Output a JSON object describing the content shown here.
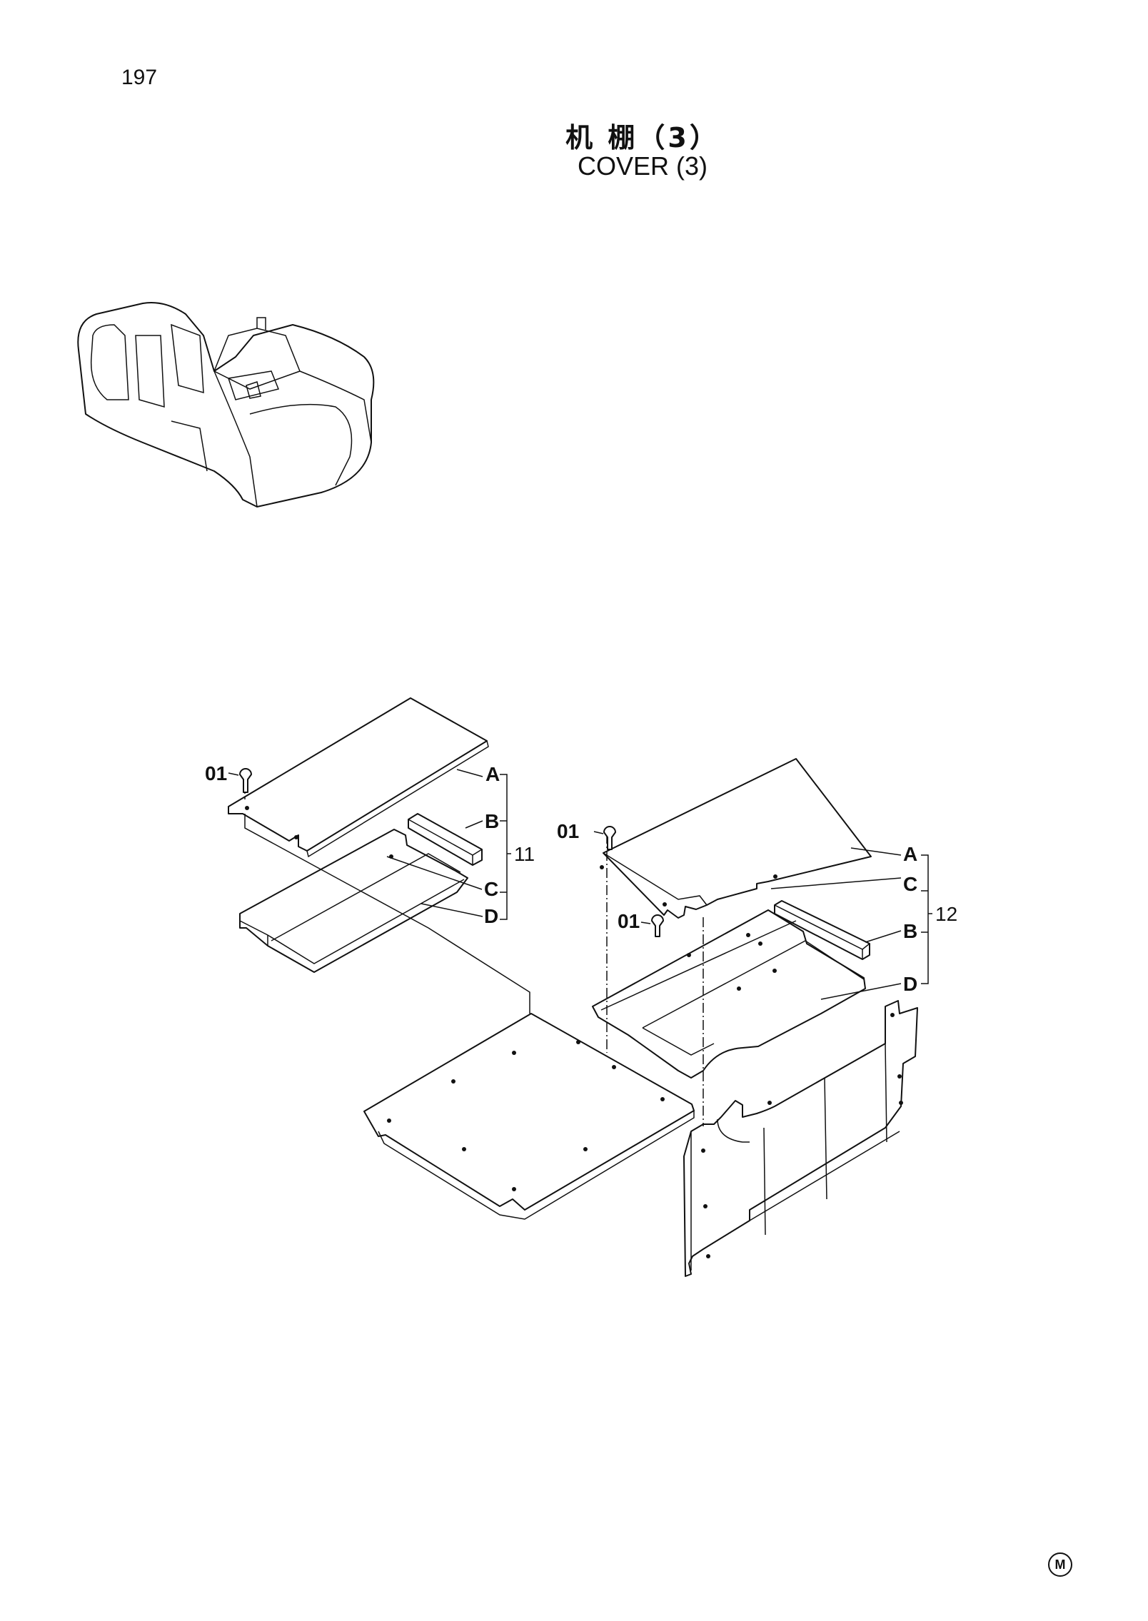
{
  "page": {
    "number": "197",
    "title_cn": "机  棚（3）",
    "title_en": "COVER (3)",
    "maker_mark": "M"
  },
  "left_assembly": {
    "bolt_label": "01",
    "group_number": "11",
    "callouts": [
      "A",
      "B",
      "C",
      "D"
    ]
  },
  "right_assembly": {
    "bolt_label_upper": "01",
    "bolt_label_lower": "01",
    "group_number": "12",
    "callouts": [
      "A",
      "C",
      "B",
      "D"
    ]
  }
}
